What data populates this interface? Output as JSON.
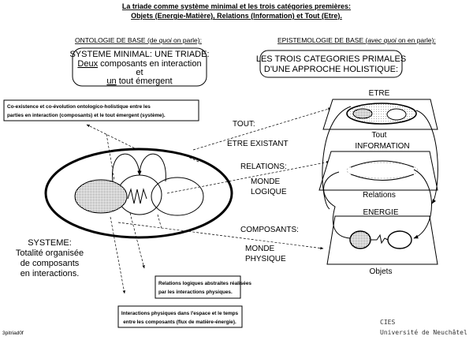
{
  "title": {
    "line1": "La triade comme système minimal et les trois catégories premières:",
    "line2": "Objets (Energie-Matière),   Relations (Information)   et Tout (Etre)."
  },
  "ontology": {
    "heading_pre": "ONTOLOGIE DE BASE (de ",
    "heading_em": "quoi",
    "heading_post": " on parle):",
    "box": [
      "SYSTEME MINIMAL: UNE TRIADE:",
      "Deux",
      " composants en interaction",
      "et",
      "un",
      " tout émergent"
    ]
  },
  "epistemology": {
    "heading_pre": "EPISTEMOLOGIE DE BASE (",
    "heading_em": "avec quoi",
    "heading_post": " on en parle):",
    "box": [
      "LES TROIS CATEGORIES PRIMALES",
      "D'UNE APPROCHE HOLISTIQUE:"
    ]
  },
  "notes": {
    "coexistence": [
      "Co-existence et co-évolution ontologico-holistique entre les",
      "parties en interaction (composants) et le tout émergent (système)."
    ],
    "relations": [
      "Relations logiques abstraites réalisées",
      "par les interactions physiques."
    ],
    "interactions": [
      "Interactions physiques dans l'espace et le temps",
      "entre les composants (flux de matière-énergie)."
    ]
  },
  "labels": {
    "tout": "TOUT:",
    "etre_existant": "ETRE EXISTANT",
    "relations": "RELATIONS:",
    "monde_logique": [
      "MONDE",
      "LOGIQUE"
    ],
    "composants": "COMPOSANTS:",
    "monde_physique": [
      "MONDE",
      "PHYSIQUE"
    ]
  },
  "systeme": [
    "SYSTEME:",
    "Totalité organisée",
    "de composants",
    "en interactions."
  ],
  "planes": [
    {
      "top": "ETRE",
      "bottom": "Tout"
    },
    {
      "top": "INFORMATION",
      "bottom": "Relations"
    },
    {
      "top": "ENERGIE",
      "bottom": "Objets"
    }
  ],
  "footer": {
    "file": "3pitriad0f",
    "org": "CIES",
    "univ": "Université de Neuchâtel"
  }
}
